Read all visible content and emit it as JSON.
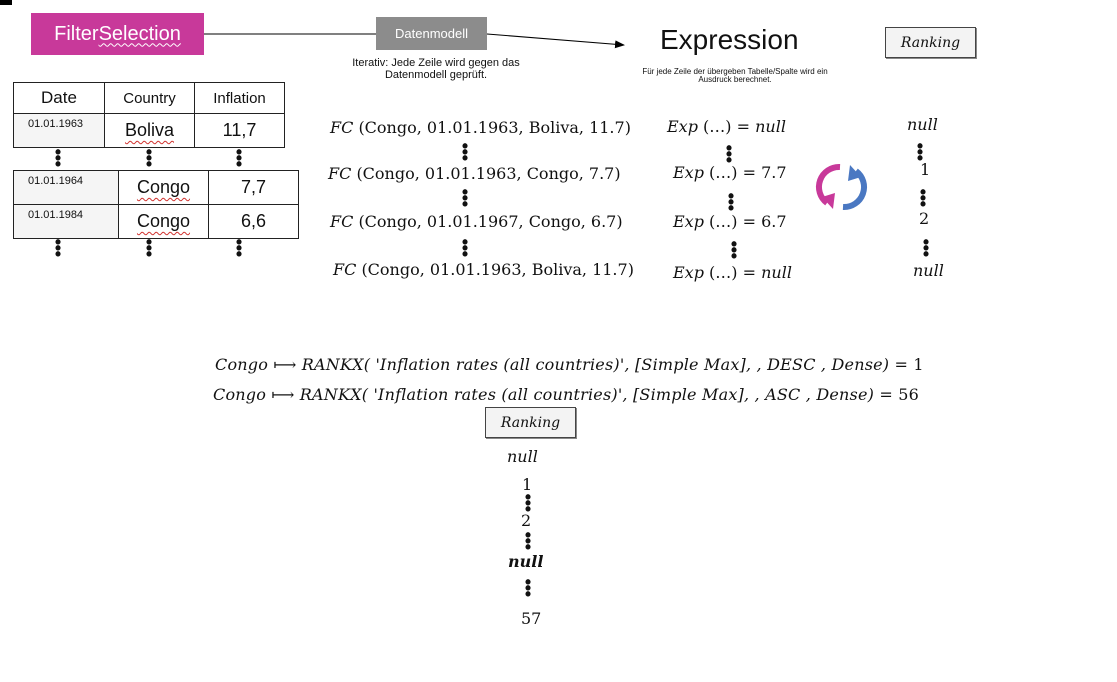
{
  "filter": {
    "label_part1": "Filter ",
    "label_part2": "Selection"
  },
  "datenmodell": {
    "label": "Datenmodell",
    "note": "Iterativ: Jede Zeile wird gegen das Datenmodell geprüft."
  },
  "expression": {
    "title": "Expression",
    "note": "Für jede Zeile der übergeben Tabelle/Spalte wird ein Ausdruck berechnet."
  },
  "ranking_label": "Ranking",
  "table": {
    "headers": [
      "Date",
      "Country",
      "Inflation"
    ],
    "rows_top": [
      {
        "date": "01.01.1963",
        "country": "Boliva",
        "inflation": "11,7"
      }
    ],
    "rows_mid": [
      {
        "date": "01.01.1964",
        "country": "Congo",
        "inflation": "7,7"
      },
      {
        "date": "01.01.1984",
        "country": "Congo",
        "inflation": "6,6"
      }
    ]
  },
  "fc_rows": [
    {
      "fn": "FC",
      "args": "(Congo, 01.01.1963, Boliva, 11.7)"
    },
    {
      "fn": "FC",
      "args": "(Congo, 01.01.1963, Congo, 7.7)"
    },
    {
      "fn": "FC",
      "args": "(Congo, 01.01.1967, Congo, 6.7)"
    },
    {
      "fn": "FC",
      "args": "(Congo, 01.01.1963, Boliva, 11.7)"
    }
  ],
  "exp_rows": [
    {
      "lhs": "Exp",
      "args": "(…)",
      "rhs": "= null"
    },
    {
      "lhs": "Exp",
      "args": "(…)",
      "rhs": "= 7.7"
    },
    {
      "lhs": "Exp",
      "args": "(…)",
      "rhs": "= 6.7"
    },
    {
      "lhs": "Exp",
      "args": "(…)",
      "rhs": "= null"
    }
  ],
  "rank_col1": [
    "null",
    "1",
    "2",
    "null"
  ],
  "formulas": [
    {
      "left": "Congo ⟼ RANKX",
      "middle": "( 'Inflation rates (all countries)',  [Simple Max],   , DESC ,  Dense)",
      "tail": " = 1"
    },
    {
      "left": "Congo ⟼ RANKX",
      "middle": "( 'Inflation rates (all countries)',  [Simple Max],   , ASC ,  Dense)",
      "tail": " = 56"
    }
  ],
  "rank_col2": [
    "null",
    "1",
    "2",
    "null",
    "57"
  ],
  "colors": {
    "filter": "#c8399a",
    "datenmodell": "#8c8c8c",
    "cycle_pink": "#c8399a",
    "cycle_blue": "#4a78c2"
  }
}
